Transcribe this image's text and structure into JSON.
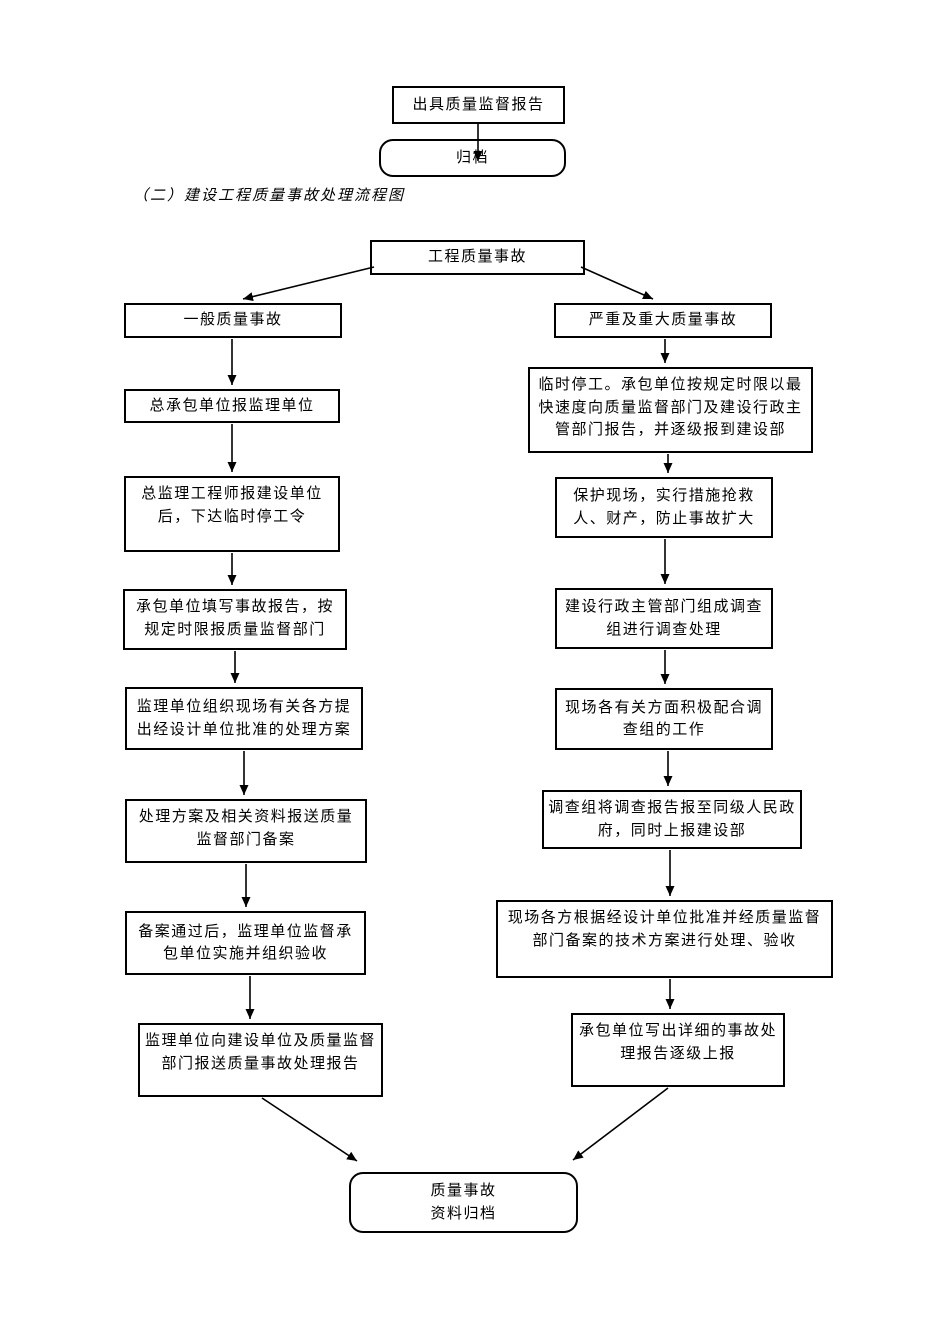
{
  "colors": {
    "line": "#000000",
    "background": "#ffffff"
  },
  "top_flow": {
    "report": "出具质量监督报告",
    "archive": "归档"
  },
  "heading": "（二）建设工程质量事故处理流程图",
  "flowchart": {
    "root": "工程质量事故",
    "left": {
      "title": "一般质量事故",
      "steps": [
        "总承包单位报监理单位",
        "总监理工程师报建设单位后，下达临时停工令",
        "承包单位填写事故报告，按规定时限报质量监督部门",
        "监理单位组织现场有关各方提出经设计单位批准的处理方案",
        "处理方案及相关资料报送质量监督部门备案",
        "备案通过后，监理单位监督承包单位实施并组织验收",
        "监理单位向建设单位及质量监督部门报送质量事故处理报告"
      ]
    },
    "right": {
      "title": "严重及重大质量事故",
      "steps": [
        "临时停工。承包单位按规定时限以最快速度向质量监督部门及建设行政主管部门报告，并逐级报到建设部",
        "保护现场，实行措施抢救人、财产，防止事故扩大",
        "建设行政主管部门组成调查组进行调查处理",
        "现场各有关方面积极配合调查组的工作",
        "调查组将调查报告报至同级人民政府，同时上报建设部",
        "现场各方根据经设计单位批准并经质量监督部门备案的技术方案进行处理、验收",
        "承包单位写出详细的事故处理报告逐级上报"
      ]
    },
    "final": {
      "line1": "质量事故",
      "line2": "资料归档"
    }
  }
}
